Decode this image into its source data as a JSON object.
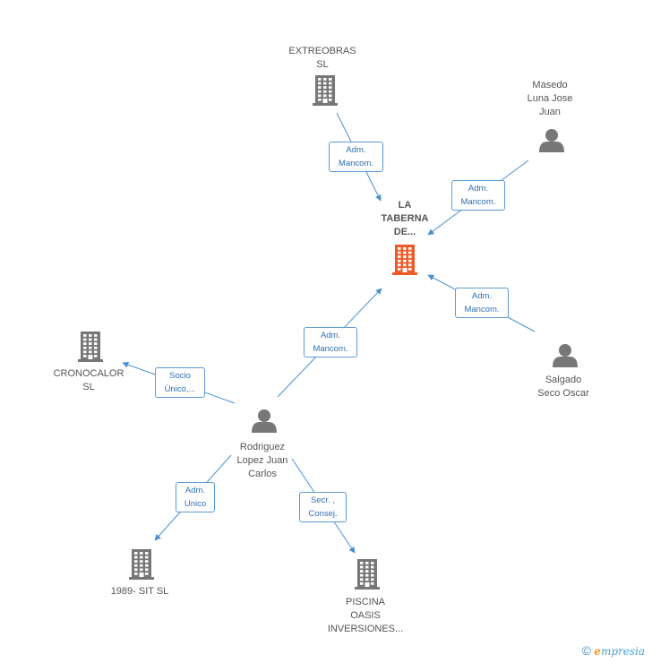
{
  "nodes": [
    {
      "id": "taberna",
      "label": "LA\nTABERNA\nDE...",
      "type": "company",
      "main": true,
      "color": "#f05a28"
    },
    {
      "id": "extreobras",
      "label": "EXTREOBRAS\nSL",
      "type": "company",
      "color": "#777777"
    },
    {
      "id": "masedo",
      "label": "Masedo\nLuna Jose\nJuan",
      "type": "person",
      "color": "#777777"
    },
    {
      "id": "salgado",
      "label": "Salgado\nSeco Oscar",
      "type": "person",
      "color": "#777777"
    },
    {
      "id": "rodriguez",
      "label": "Rodriguez\nLopez Juan\nCarlos",
      "type": "person",
      "color": "#777777"
    },
    {
      "id": "cronocalor",
      "label": "CRONOCALOR\nSL",
      "type": "company",
      "color": "#777777"
    },
    {
      "id": "sit1989",
      "label": "1989- SIT SL",
      "type": "company",
      "color": "#777777"
    },
    {
      "id": "piscina",
      "label": "PISCINA\nOASIS\nINVERSIONES...",
      "type": "company",
      "color": "#777777"
    }
  ],
  "edges": [
    {
      "from": "extreobras",
      "to": "taberna",
      "label": "Adm.\nMancom."
    },
    {
      "from": "masedo",
      "to": "taberna",
      "label": "Adm.\nMancom."
    },
    {
      "from": "salgado",
      "to": "taberna",
      "label": "Adm.\nMancom."
    },
    {
      "from": "rodriguez",
      "to": "taberna",
      "label": "Adm.\nMancom."
    },
    {
      "from": "rodriguez",
      "to": "cronocalor",
      "label": "Socio\nÚnico,..."
    },
    {
      "from": "rodriguez",
      "to": "sit1989",
      "label": "Adm.\nUnico"
    },
    {
      "from": "rodriguez",
      "to": "piscina",
      "label": "Secr. ,\nConsej."
    }
  ],
  "colors": {
    "edge": "#4a8fd0",
    "label_border": "#5b9bd5",
    "label_text": "#2f6fb3"
  },
  "footer": {
    "copyright": "©",
    "brand_first": "e",
    "brand_rest": "mpresia"
  }
}
